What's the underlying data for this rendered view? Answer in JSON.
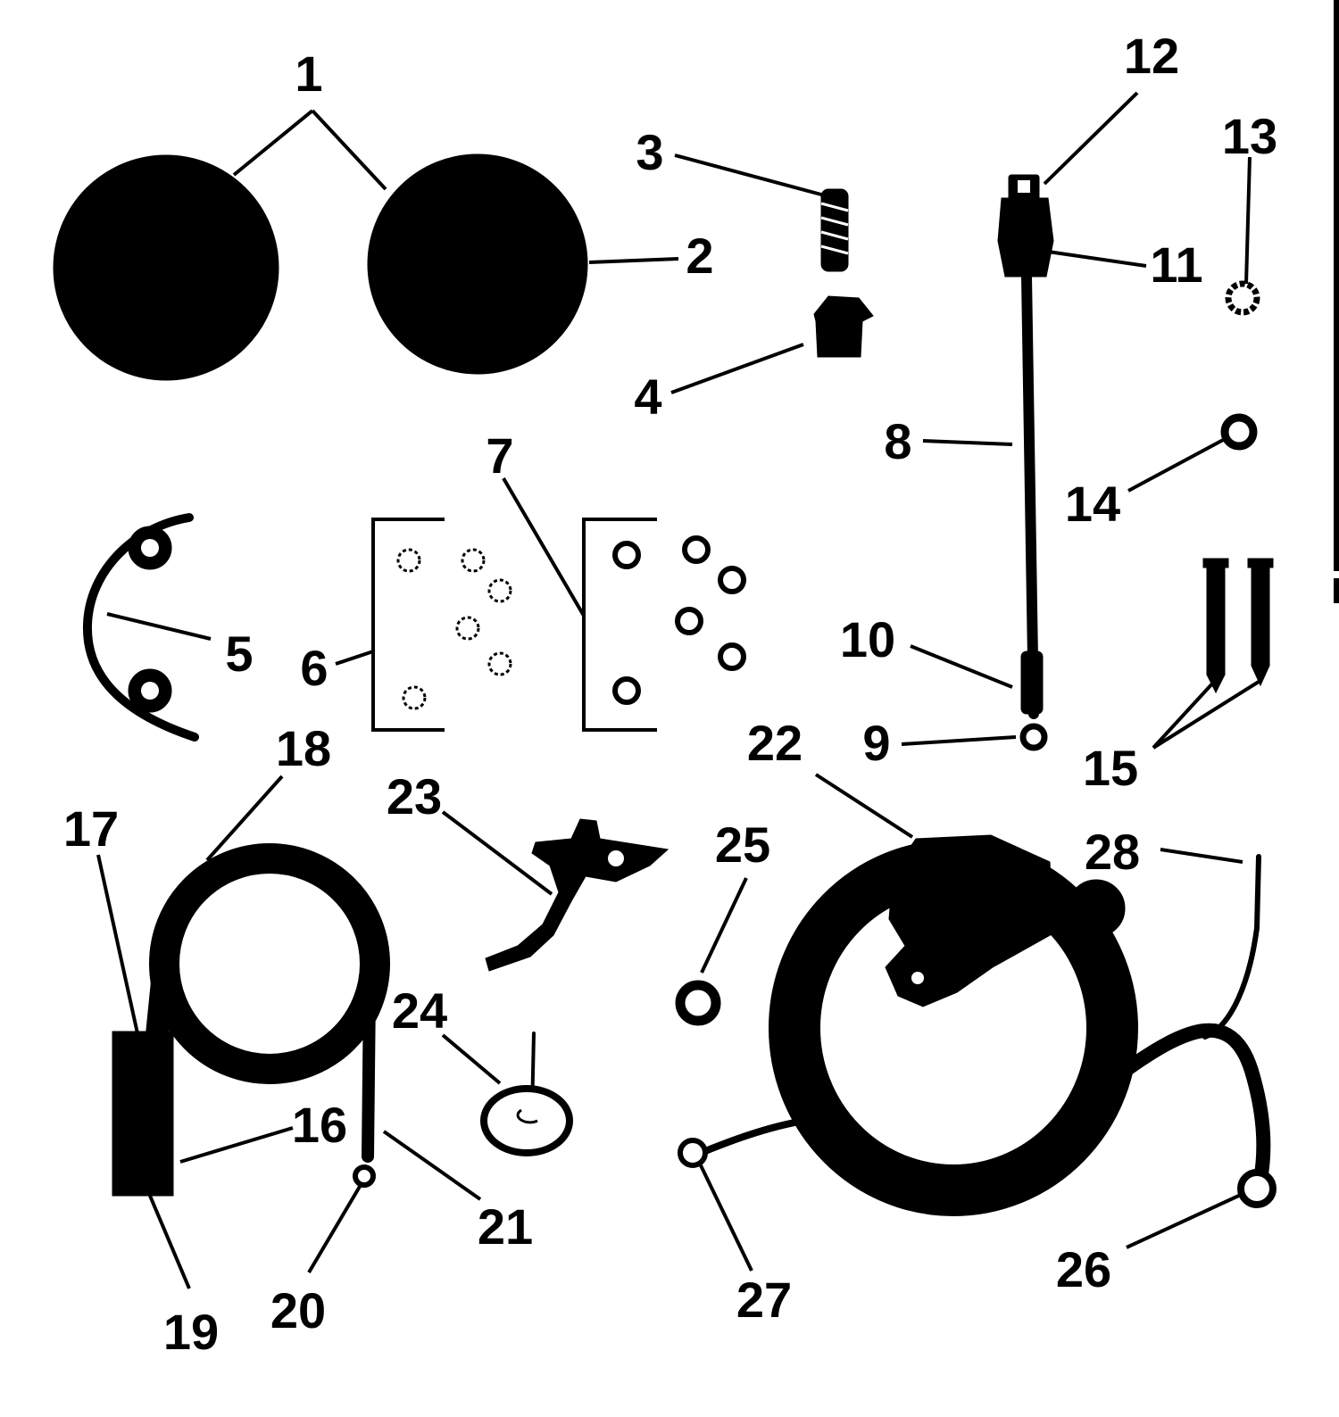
{
  "callouts": [
    "1",
    "2",
    "3",
    "4",
    "5",
    "6",
    "7",
    "8",
    "9",
    "10",
    "11",
    "12",
    "13",
    "14",
    "15",
    "16",
    "17",
    "18",
    "19",
    "20",
    "21",
    "22",
    "23",
    "24",
    "25",
    "26",
    "27",
    "28"
  ],
  "colors": {
    "ink": "#000000",
    "paper": "#ffffff"
  },
  "parts": {
    "flywheel_cover_left": "disc",
    "flywheel_cover_right": "disc",
    "wire_harness": "cable-with-ring-terminal",
    "ignition_coil": "coil-with-lead",
    "stator": "coil-assembly"
  }
}
